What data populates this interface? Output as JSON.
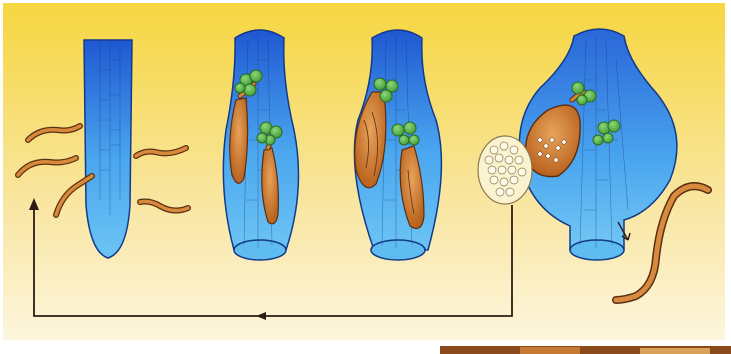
{
  "figure": {
    "background_colors": [
      "#f6d640",
      "#f9e6a2",
      "#fdf6dd"
    ],
    "root_fill_colors": [
      "#1f58d2",
      "#4aa6ef",
      "#6cc4f4"
    ],
    "worm_color": "#c9772c",
    "female_color": "#d98a3a",
    "cell_color": "#5cb04a",
    "arrow_color": "#2b1d14",
    "stages": [
      {
        "name": "juveniles-approach-root-tip"
      },
      {
        "name": "juveniles-enter-root"
      },
      {
        "name": "females-swell-root"
      },
      {
        "name": "gall-egg-mass-male-exit"
      }
    ],
    "cycle_arrow": "returns-to-first-stage",
    "corner_photo": "partial-photo-bottom-right"
  }
}
